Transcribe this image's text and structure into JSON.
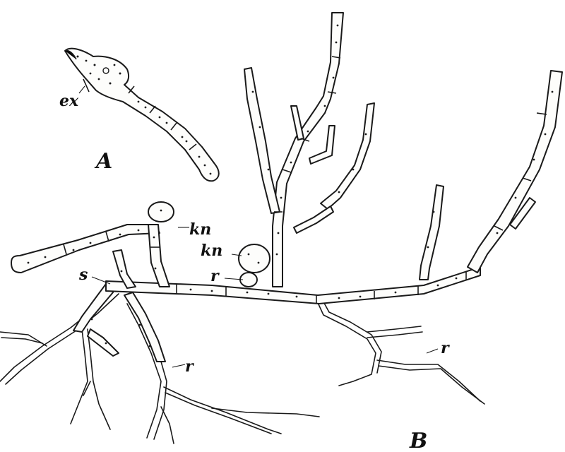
{
  "labels": {
    "ex": "ex",
    "A": "A",
    "kn_upper": "kn",
    "kn_lower": "kn",
    "s": "s",
    "r_center": "r",
    "r_left": "r",
    "r_right": "r",
    "B": "B"
  },
  "colors": {
    "ink": "#1a1a1a",
    "paper": "#ffffff"
  }
}
